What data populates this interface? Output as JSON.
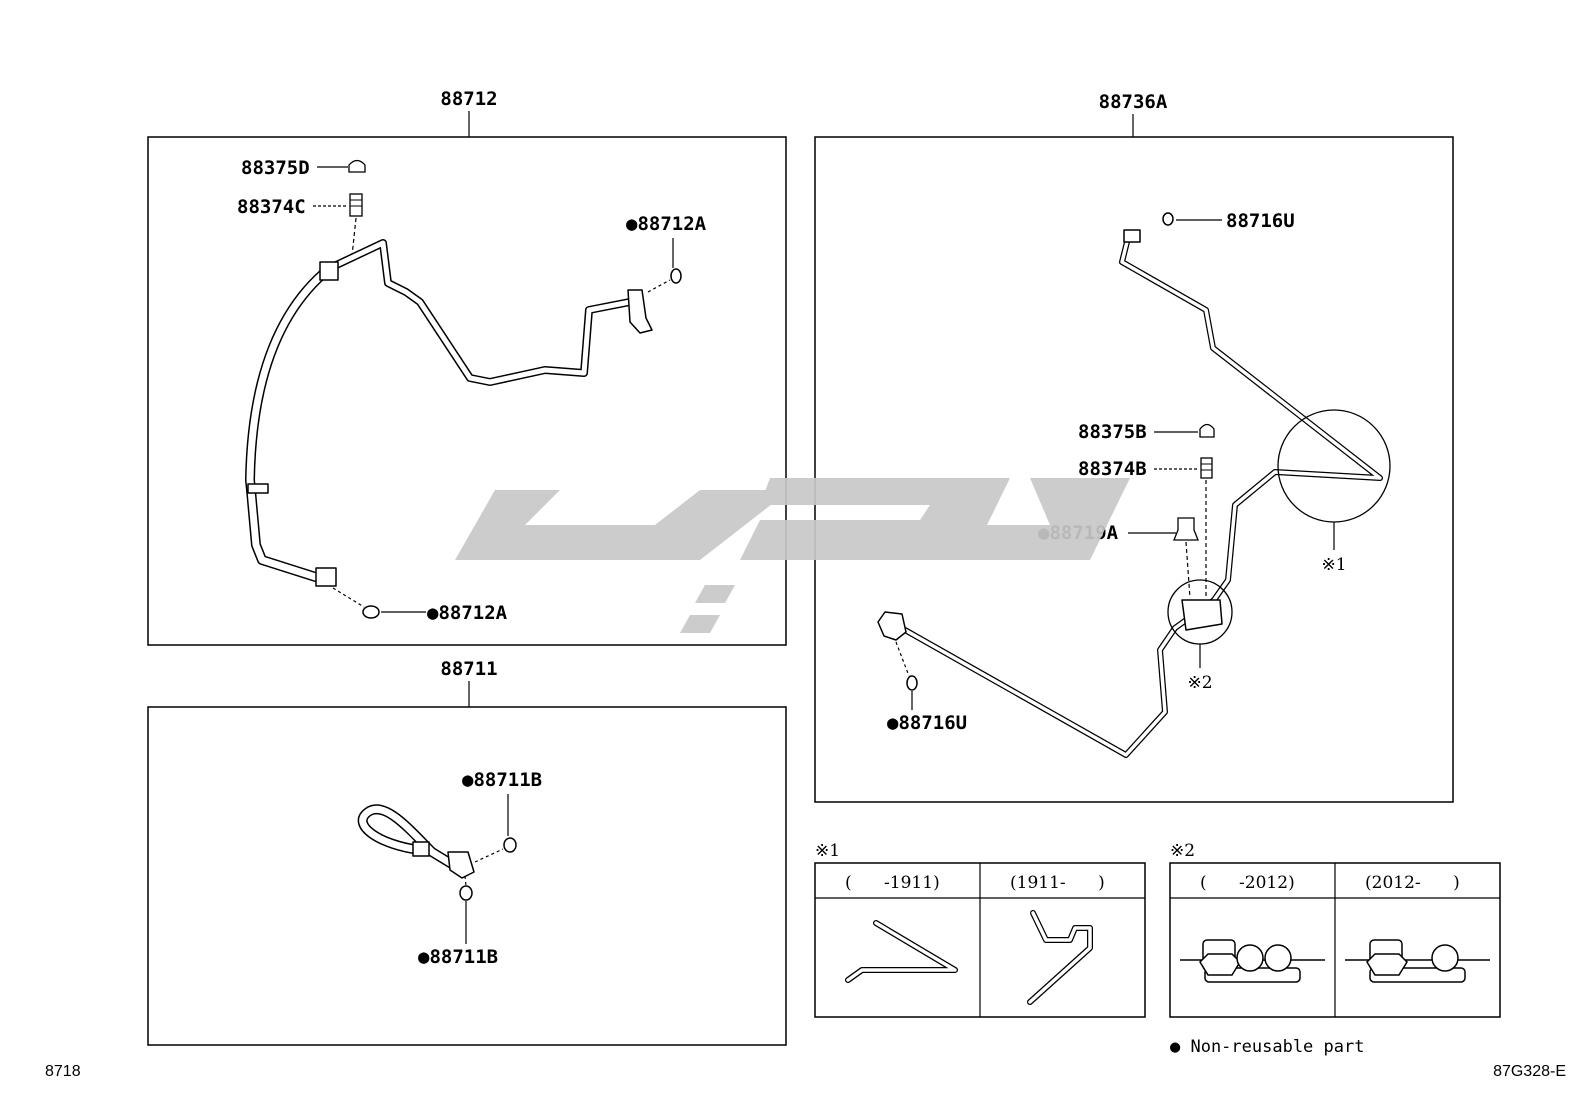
{
  "panels": {
    "p88712": {
      "title": "88712",
      "labels": [
        "88375D",
        "88374C",
        "●88712A",
        "●88712A"
      ]
    },
    "p88711": {
      "title": "88711",
      "labels": [
        "●88711B",
        "●88711B"
      ]
    },
    "p88736A": {
      "title": "88736A",
      "labels": [
        "88716U",
        "88375B",
        "88374B",
        "●88719A",
        "●88716U"
      ],
      "ref1": "※1",
      "ref2": "※2"
    }
  },
  "detail1": {
    "mark": "※1",
    "cols": [
      "(      -1911)",
      "(1911-      )"
    ]
  },
  "detail2": {
    "mark": "※2",
    "cols": [
      "(      -2012)",
      "(2012-      )"
    ]
  },
  "legend": {
    "text": "● Non-reusable part"
  },
  "footer": {
    "left": "8718",
    "right": "87G328-E"
  },
  "colors": {
    "line": "#000000",
    "watermark": "#c8c8c8",
    "background": "#ffffff"
  }
}
